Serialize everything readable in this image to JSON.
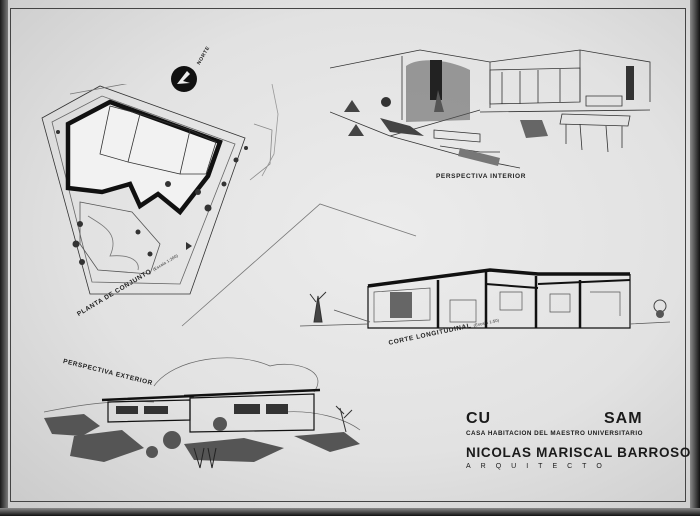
{
  "title_block": {
    "left_code": "CU",
    "right_code": "SAM",
    "subtitle": "CASA HABITACION DEL MAESTRO UNIVERSITARIO",
    "architect": "NICOLAS MARISCAL BARROSO",
    "role": "ARQUITECTO"
  },
  "labels": {
    "north": "NORTE",
    "site_plan": "PLANTA DE CONJUNTO",
    "site_plan_scale": "(Escala 1:200)",
    "interior": "PERSPECTIVA INTERIOR",
    "section": "CORTE LONGITUDINAL",
    "section_scale": "(Escala 1:50)",
    "exterior": "PERSPECTIVA EXTERIOR"
  }
}
